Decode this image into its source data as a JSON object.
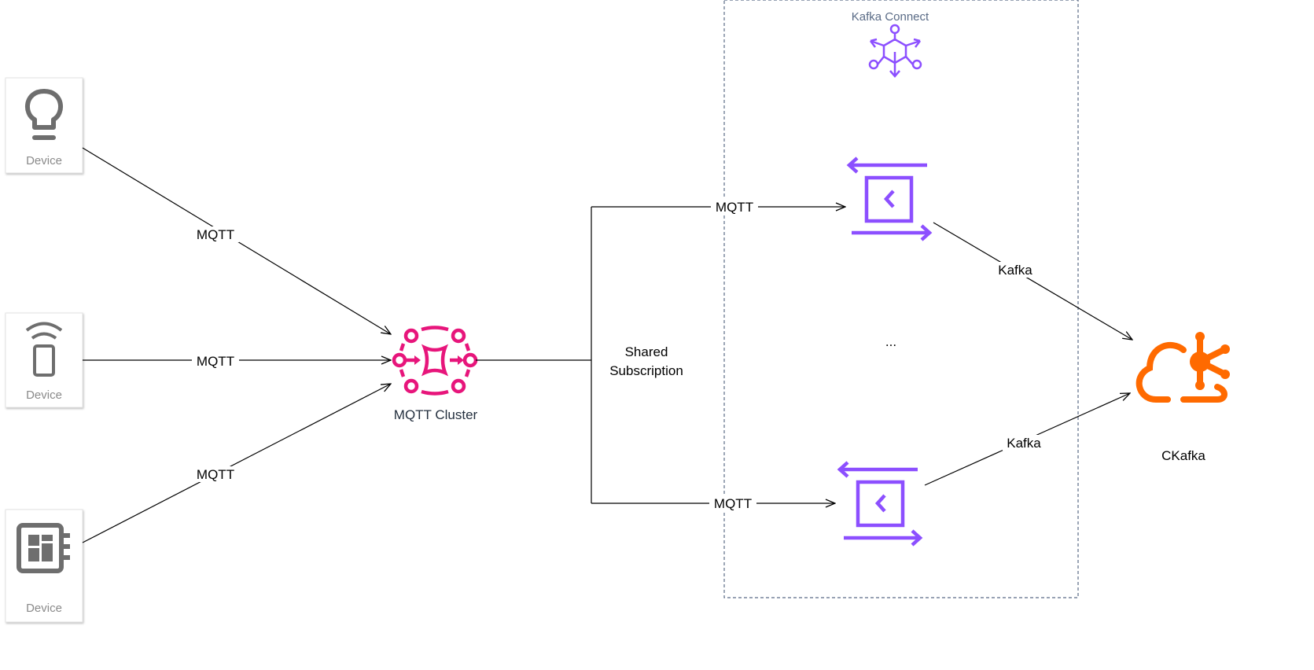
{
  "devices": [
    {
      "label": "Device",
      "icon": "lightbulb-icon"
    },
    {
      "label": "Device",
      "icon": "mobile-wireless-icon"
    },
    {
      "label": "Device",
      "icon": "board-chip-icon"
    }
  ],
  "edges": {
    "device1": "MQTT",
    "device2": "MQTT",
    "device3": "MQTT",
    "sub_top": "MQTT",
    "sub_bottom": "MQTT",
    "kafka_top": "Kafka",
    "kafka_bottom": "Kafka"
  },
  "cluster": {
    "label": "MQTT Cluster",
    "color": "#e7157b"
  },
  "shared": {
    "line1": "Shared",
    "line2": "Subscription"
  },
  "kafka_connect": {
    "label": "Kafka Connect",
    "color": "#8c4fff",
    "ellipsis": "..."
  },
  "ckafka": {
    "label": "CKafka",
    "color": "#ff6a00"
  }
}
